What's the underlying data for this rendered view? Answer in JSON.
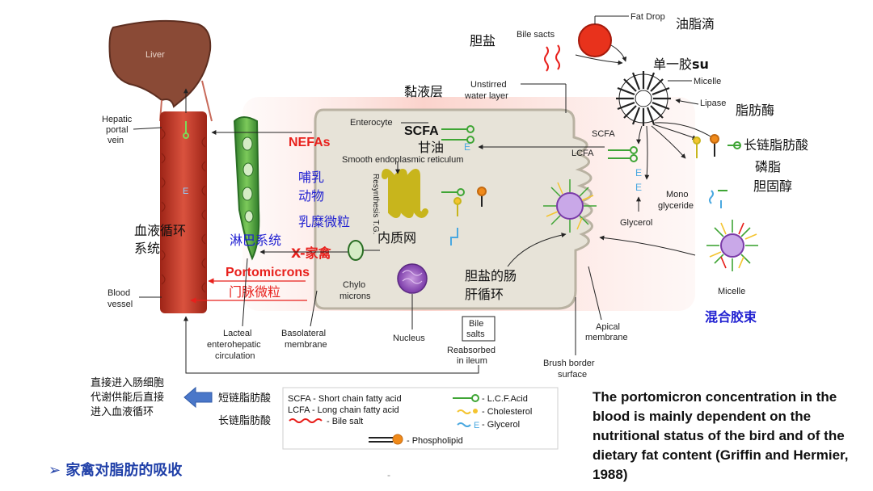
{
  "labels": {
    "liver": "Liver",
    "hepatic_portal_vein": [
      "Hepatic",
      "portal",
      "vein"
    ],
    "blood_vessel": [
      "Blood",
      "vessel"
    ],
    "lacteal": [
      "Lacteal",
      "enterohepatic",
      "circulation"
    ],
    "basolateral": [
      "Basolateral",
      "membrane"
    ],
    "enterocyte": "Enterocyte",
    "ser": "Smooth endoplasmic reticulum",
    "resynthesis": "Resynthesis T.G.",
    "chylomicrons": [
      "Chylo",
      "microns"
    ],
    "nucleus": "Nucleus",
    "bile_salts_box": [
      "Bile",
      "salts"
    ],
    "reabsorbed": [
      "Reabsorbed",
      "in ileum"
    ],
    "brush_border": [
      "Brush border",
      "surface"
    ],
    "apical": [
      "Apical",
      "membrane"
    ],
    "micelle_top": "Micelle",
    "micelle_bottom": "Micelle",
    "lipase": "Lipase",
    "fat_drop": "Fat Drop",
    "bile_sacts": "Bile sacts",
    "unstirred": [
      "Unstirred",
      "water layer"
    ],
    "scfa_small": "SCFA",
    "lcfa_small": "LCFA",
    "glycerol": "Glycerol",
    "mono_glyceride": [
      "Mono",
      "glyceride"
    ]
  },
  "annotations": {
    "youzhidi": "油脂滴",
    "danyan": "胆盐",
    "danyijiao": "单一胶",
    "su": "su",
    "nianye": "黏液层",
    "zhifangmei": "脂肪酶",
    "changlian": "长链脂肪酸",
    "linzhi": "磷脂",
    "danguchun": "胆固醇",
    "scfa_big": "SCFA",
    "ganyou": "甘油",
    "nefas": "NEFAs",
    "buru": [
      "哺乳",
      "动物"
    ],
    "rumi": "乳糜微粒",
    "xueye": [
      "血液循环",
      "系统"
    ],
    "linba": "淋巴系统",
    "x_jiaqin": "X-家禽",
    "portomicrons": "Portomicrons",
    "menmai": "门脉微粒",
    "neizhiwang": "内质网",
    "danyan_gan": [
      "胆盐的肠",
      "肝循环"
    ],
    "hunhe": "混合胶束"
  },
  "legend": {
    "cn_scfa": "短链脂肪酸",
    "cn_lcfa": "长链脂肪酸",
    "scfa": "SCFA - Short chain fatty acid",
    "lcfa": "LCFA - Long chain fatty acid",
    "bile": "- Bile  salt",
    "lcf_acid": "- L.C.F.Acid",
    "cholesterol": "- Cholesterol",
    "glycerol": "- Glycerol",
    "phospholipid": "- Phospholipid"
  },
  "left_note": [
    "直接进入肠细胞",
    "代谢供能后直接",
    "进入血液循环"
  ],
  "note": "The portomicron concentration in the blood is mainly dependent on the nutritional status of the bird and of the dietary fat content (Griffin and Hermier, 1988)",
  "title": "➢ 家禽对脂肪的吸收",
  "dash": "-",
  "colors": {
    "red": "#e8201c",
    "blue": "#1f1fd1",
    "navy": "#1f3fa8",
    "green": "#3fa535",
    "vessel": "#c63b2a",
    "liver": "#8a4a36"
  }
}
